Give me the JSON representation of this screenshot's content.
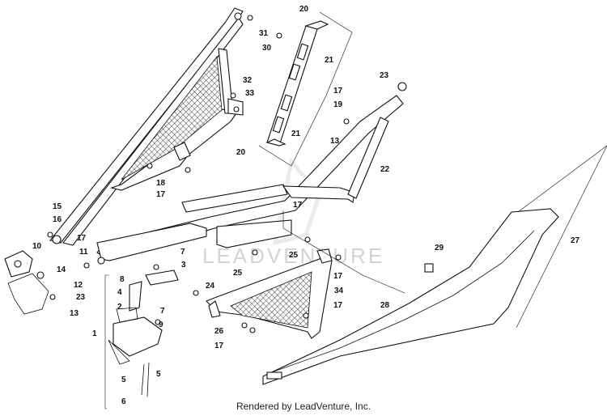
{
  "footer": {
    "credit": "Rendered by LeadVenture, Inc."
  },
  "watermark": {
    "text": "LEADVENTURE"
  },
  "callouts": {
    "c1": "1",
    "c2": "2",
    "c3": "3",
    "c4": "4",
    "c5a": "5",
    "c5b": "5",
    "c6": "6",
    "c7a": "7",
    "c7b": "7",
    "c8": "8",
    "c9": "9",
    "c10": "10",
    "c11": "11",
    "c12": "12",
    "c13a": "13",
    "c13b": "13",
    "c14": "14",
    "c15": "15",
    "c16": "16",
    "c17a": "17",
    "c17b": "17",
    "c17c": "17",
    "c17d": "17",
    "c17e": "17",
    "c17f": "17",
    "c17g": "17",
    "c18": "18",
    "c19": "19",
    "c20a": "20",
    "c20b": "20",
    "c21a": "21",
    "c21b": "21",
    "c22": "22",
    "c23a": "23",
    "c23b": "23",
    "c24": "24",
    "c25a": "25",
    "c25b": "25",
    "c26": "26",
    "c27": "27",
    "c28": "28",
    "c29": "29",
    "c30": "30",
    "c31": "31",
    "c32": "32",
    "c33": "33",
    "c34": "34"
  }
}
